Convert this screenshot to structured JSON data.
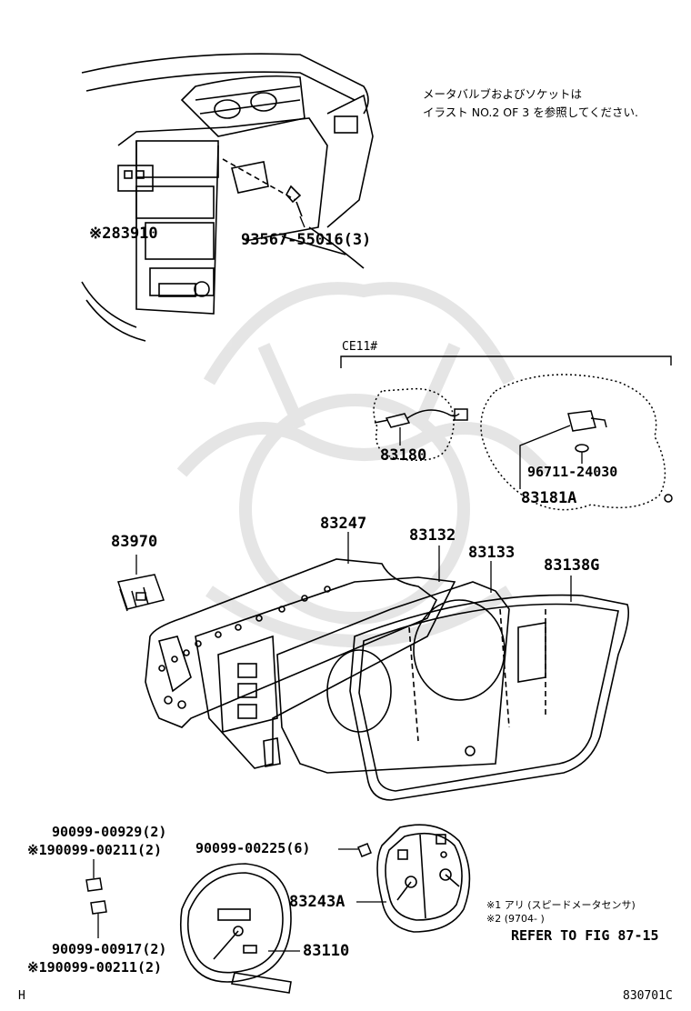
{
  "note": {
    "line1": "メータバルブおよびソケットは",
    "line2": "イラスト NO.2 OF 3 を参照してください."
  },
  "parts": {
    "p83910": "※283910",
    "p93567": "93567-55016(3)",
    "ce11": "CE11#",
    "p83180": "83180",
    "p96711": "96711-24030",
    "p83181a": "83181A",
    "p83970": "83970",
    "p83247": "83247",
    "p83132": "83132",
    "p83133": "83133",
    "p83138g": "83138G",
    "p90099_00929": "90099-00929(2)",
    "p90099_00211a": "※190099-00211(2)",
    "p90099_00225": "90099-00225(6)",
    "p83243a": "83243A",
    "p90099_00917": "90099-00917(2)",
    "p90099_00211b": "※190099-00211(2)",
    "p83110": "83110"
  },
  "footnotes": {
    "f1": "※1 アリ (スピードメータセンサ)",
    "f2": "※2 (9704-      )",
    "ref": "REFER TO FIG 87-15"
  },
  "corner": {
    "left": "H",
    "right": "830701C"
  },
  "colors": {
    "ink": "#000000",
    "watermark": "#e6e6e6",
    "background": "#ffffff"
  }
}
